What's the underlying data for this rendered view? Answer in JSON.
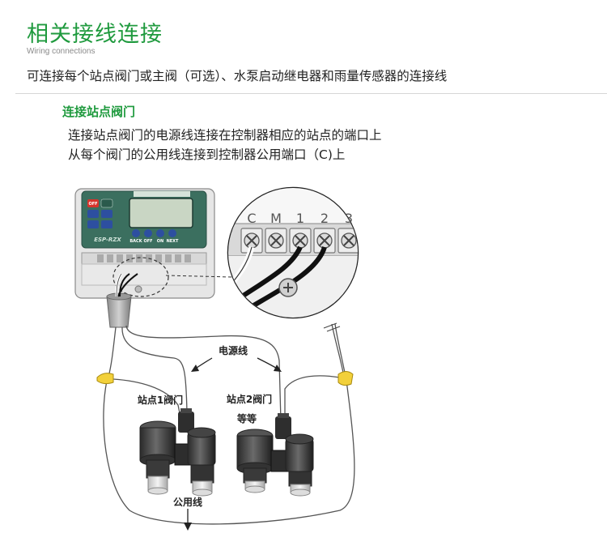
{
  "page": {
    "title": "相关接线连接",
    "subtitle": "Wiring connections",
    "intro": "可连接每个站点阀门或主阀（可选）、水泵启动继电器和雨量传感器的连接线"
  },
  "section": {
    "heading": "连接站点阀门",
    "lines": [
      "连接站点阀门的电源线连接在控制器相应的站点的端口上",
      "从每个阀门的公用线连接到控制器公用端口（C)上"
    ]
  },
  "diagram": {
    "labels": {
      "power_wire": "电源线",
      "station1": "站点1阀门",
      "station2": "站点2阀门",
      "etc": "等等",
      "common_wire": "公用线"
    },
    "terminals": [
      "C",
      "M",
      "1",
      "2",
      "3"
    ],
    "brand": "ESP-RZX",
    "keys": [
      "BACK",
      "OFF",
      "ON",
      "NEXT"
    ],
    "colors": {
      "green": "#1f9a3e",
      "panel": "#3b6f5f",
      "red": "#d6342c",
      "blue": "#2d4fa0",
      "connector": "#f2d03a"
    }
  }
}
